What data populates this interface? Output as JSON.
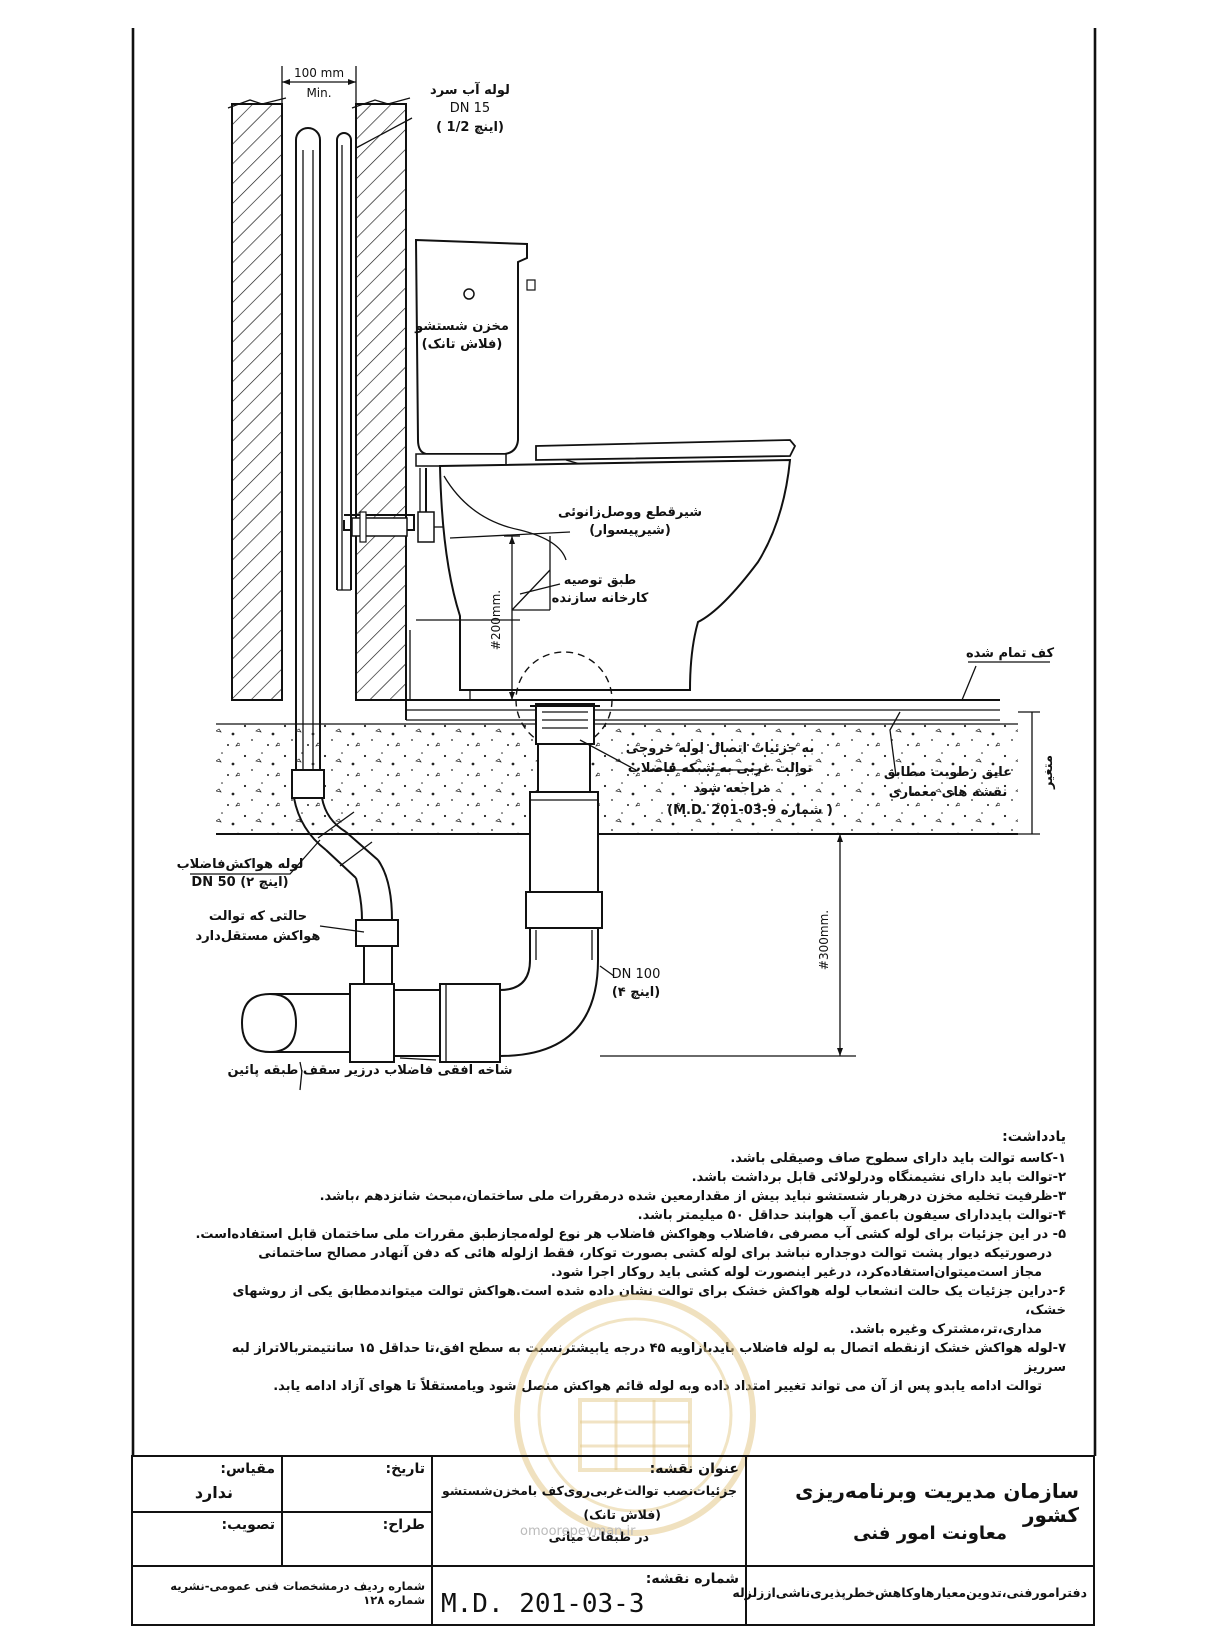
{
  "drawing": {
    "dim_top": "100 mm",
    "dim_top_min": "Min.",
    "cold_water_pipe": "لوله آب سرد",
    "cold_water_dn": "DN 15",
    "cold_water_inch": "( 1/2 اینچ)",
    "flush_tank_1": "مخزن شستشو",
    "flush_tank_2": "(فلاش تانک)",
    "valve_1": "شیرقطع ووصل‌زانوئی",
    "valve_2": "(شیرپیسوار)",
    "manufacturer_1": "طبق توصیه",
    "manufacturer_2": "کارخانه سازنده",
    "dim_200": "#200mm.",
    "finished_floor": "کف تمام شده",
    "detail_ref_1": "به جزئیات اتصال لوله خروجی",
    "detail_ref_2": "توالت غربی به شبکه فاضلاب",
    "detail_ref_3": "مراجعه شود",
    "detail_ref_4": "(M.D. 201-03-9 شماره )",
    "moisture_1": "عایق رطوبت مطابق",
    "moisture_2": "نقشه های معماری",
    "side_dim": "متغیر",
    "vent_pipe_1": "لوله هواکش‌فاضلاب",
    "vent_pipe_2": "DN 50 (۲ اینچ)",
    "separate_vent_1": "حالتی که توالت",
    "separate_vent_2": "هواکش مستقل‌دارد",
    "dn100_1": "DN 100",
    "dn100_2": "(۴ اینچ)",
    "dim_300": "#300mm.",
    "horizontal_branch": "شاخه افقی فاضلاب درزیر سقف طبقه پائین"
  },
  "notes": {
    "title": "یادداشت:",
    "items": [
      "۱-کاسه توالت باید دارای سطوح صاف وصیقلی باشد.",
      "۲-توالت باید دارای نشیمنگاه ودرلولائی قابل برداشت باشد.",
      "۳-ظرفیت تخلیه مخزن درهربار شستشو نباید بیش از مقدارمعین شده درمقررات ملی ساختمان،مبحث شانزدهم ،باشد.",
      "۴-توالت بایددارای سیفون باعمق آب هوابند حداقل ۵۰ میلیمتر باشد.",
      "۵- در این جزئیات برای لوله کشی آب مصرفی ،فاضلاب وهواکش فاضلاب هر نوع لوله‌مجازطبق مقررات ملی ساختمان قابل استفاده‌است.",
      "درصورتیکه دیوار پشت توالت دوجداره نباشد برای لوله کشی بصورت توکار، فقط ازلوله هائی که دفن آنهادر مصالح ساختمانی",
      "مجاز است‌میتوان‌استفاده‌کرد، درغیر اینصورت لوله کشی باید روکار اجرا شود.",
      "۶-دراین جزئیات یک حالت انشعاب لوله هواکش خشک برای توالت نشان داده شده است.هواکش توالت میتواندمطابق یکی از روشهای خشک،",
      "مداری،تر،مشترک وغیره باشد.",
      "۷-لوله هواکش خشک ازنقطه اتصال به لوله فاضلاب بایدبازاویه ۴۵ درجه یابیشترنسبت به سطح افق،تا حداقل ۱۵ سانتیمتربالاتراز لبه سرریز",
      "توالت ادامه یابدو پس از آن می تواند تغییر امتداد داده وبه لوله قائم هواکش منصل شود ویامستقلاً تا هوای آزاد ادامه یابد."
    ]
  },
  "titleblock": {
    "org_1": "سازمان مدیریت وبرنامه‌ریزی کشور",
    "org_2": "معاونت امور فنی",
    "office": "دفترامورفنی،تدوین‌معیارهاوکاهش‌خطرپذیری‌ناشی‌اززلزله",
    "drawing_title_label": "عنوان نقشه:",
    "drawing_title_1": "جزئیات‌نصب توالت‌غربی‌روی‌کف بامخزن‌شستشو",
    "drawing_title_2": "(فلاش تانک)",
    "drawing_title_3": "در طبقات میانی",
    "date_label": "تاریخ:",
    "designer_label": "طراح:",
    "scale_label": "مقیاس:",
    "scale_value": "ندارد",
    "approval_label": "تصویب:",
    "drawing_no_label": "شماره نقشه:",
    "drawing_no": "M.D.  201-03-3",
    "row_ref": "شماره ردیف درمشخصات فنی عمومی-نشریه شماره ۱۲۸"
  },
  "watermark": {
    "site": "omoorepeyman.ir"
  }
}
